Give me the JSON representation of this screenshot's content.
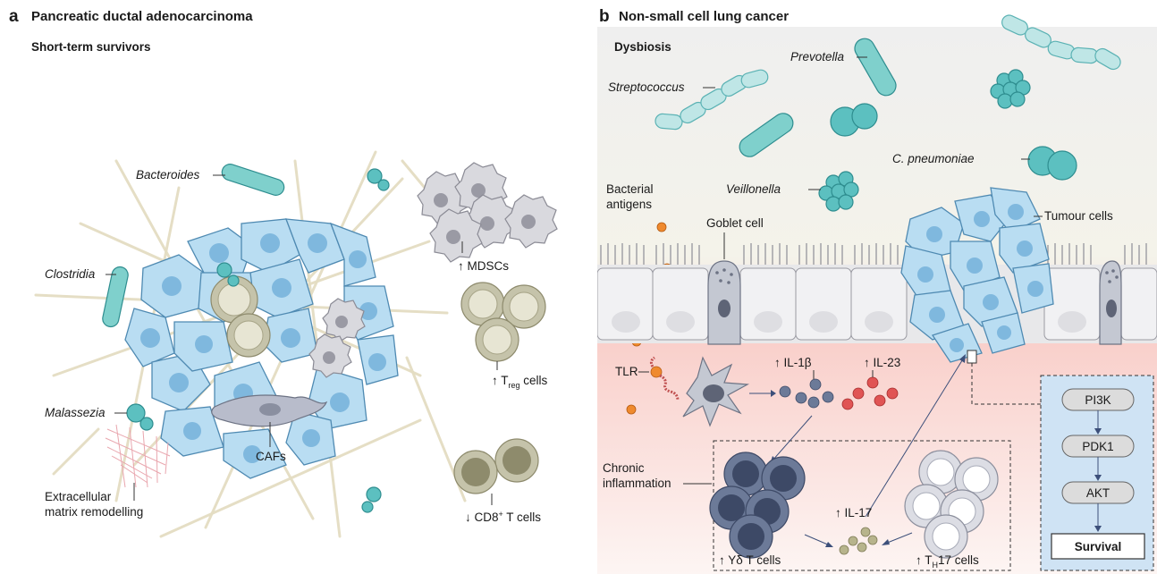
{
  "panel_a": {
    "letter": "a",
    "title": "Pancreatic ductal adenocarcinoma",
    "subtitle": "Short-term survivors",
    "labels": {
      "bacteroides": "Bacteroides",
      "clostridia": "Clostridia",
      "malassezia": "Malassezia",
      "ecm_line1": "Extracellular",
      "ecm_line2": "matrix remodelling",
      "cafs": "CAFs",
      "mdscs": "↑ MDSCs",
      "treg_pre": "↑ T",
      "treg_sub": "reg",
      "treg_post": " cells",
      "cd8_pre": "↓ CD8",
      "cd8_sup": "+",
      "cd8_post": " T cells"
    }
  },
  "panel_b": {
    "letter": "b",
    "title": "Non-small cell lung cancer",
    "labels": {
      "dysbiosis": "Dysbiosis",
      "prevotella": "Prevotella",
      "streptococcus": "Streptococcus",
      "c_pneumoniae": "C. pneumoniae",
      "veillonella": "Veillonella",
      "bact_ag_line1": "Bacterial",
      "bact_ag_line2": "antigens",
      "goblet": "Goblet cell",
      "tumour": "Tumour cells",
      "tlr": "TLR",
      "il1b": "↑ IL-1β",
      "il23": "↑ IL-23",
      "chronic_line1": "Chronic",
      "chronic_line2": "inflammation",
      "il17": "↑ IL-17",
      "gd": "↑ Yδ T cells",
      "th17_pre": "↑ T",
      "th17_sub": "H",
      "th17_post": "17 cells"
    },
    "pathway": [
      "PI3K",
      "PDK1",
      "AKT"
    ],
    "pathway_result": "Survival"
  },
  "colors": {
    "tumour_cell": "#b9ddf2",
    "bacteria": "#5cc0c0",
    "inflammation_bg": "#f9d6d2",
    "pathway_box": "#cfe3f4"
  }
}
